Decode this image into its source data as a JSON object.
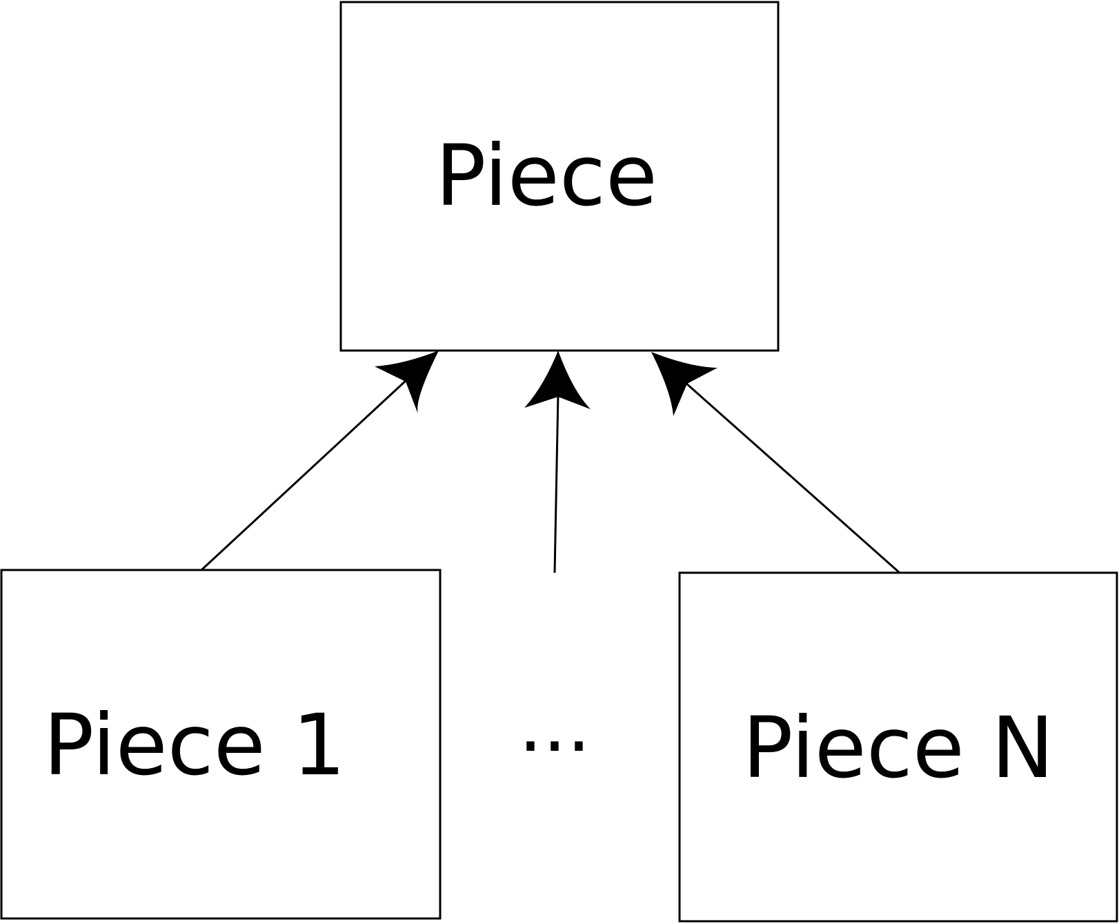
{
  "nodes": {
    "parent": {
      "label": "Piece"
    },
    "child_first": {
      "label": "Piece 1"
    },
    "ellipsis": {
      "label": "..."
    },
    "child_last": {
      "label": "Piece N"
    }
  },
  "colors": {
    "stroke": "#000000",
    "background": "#ffffff",
    "text": "#000000"
  },
  "edges": [
    {
      "from": "child_first",
      "to": "parent",
      "type": "inheritance-arrow"
    },
    {
      "from": "ellipsis",
      "to": "parent",
      "type": "inheritance-arrow"
    },
    {
      "from": "child_last",
      "to": "parent",
      "type": "inheritance-arrow"
    }
  ]
}
